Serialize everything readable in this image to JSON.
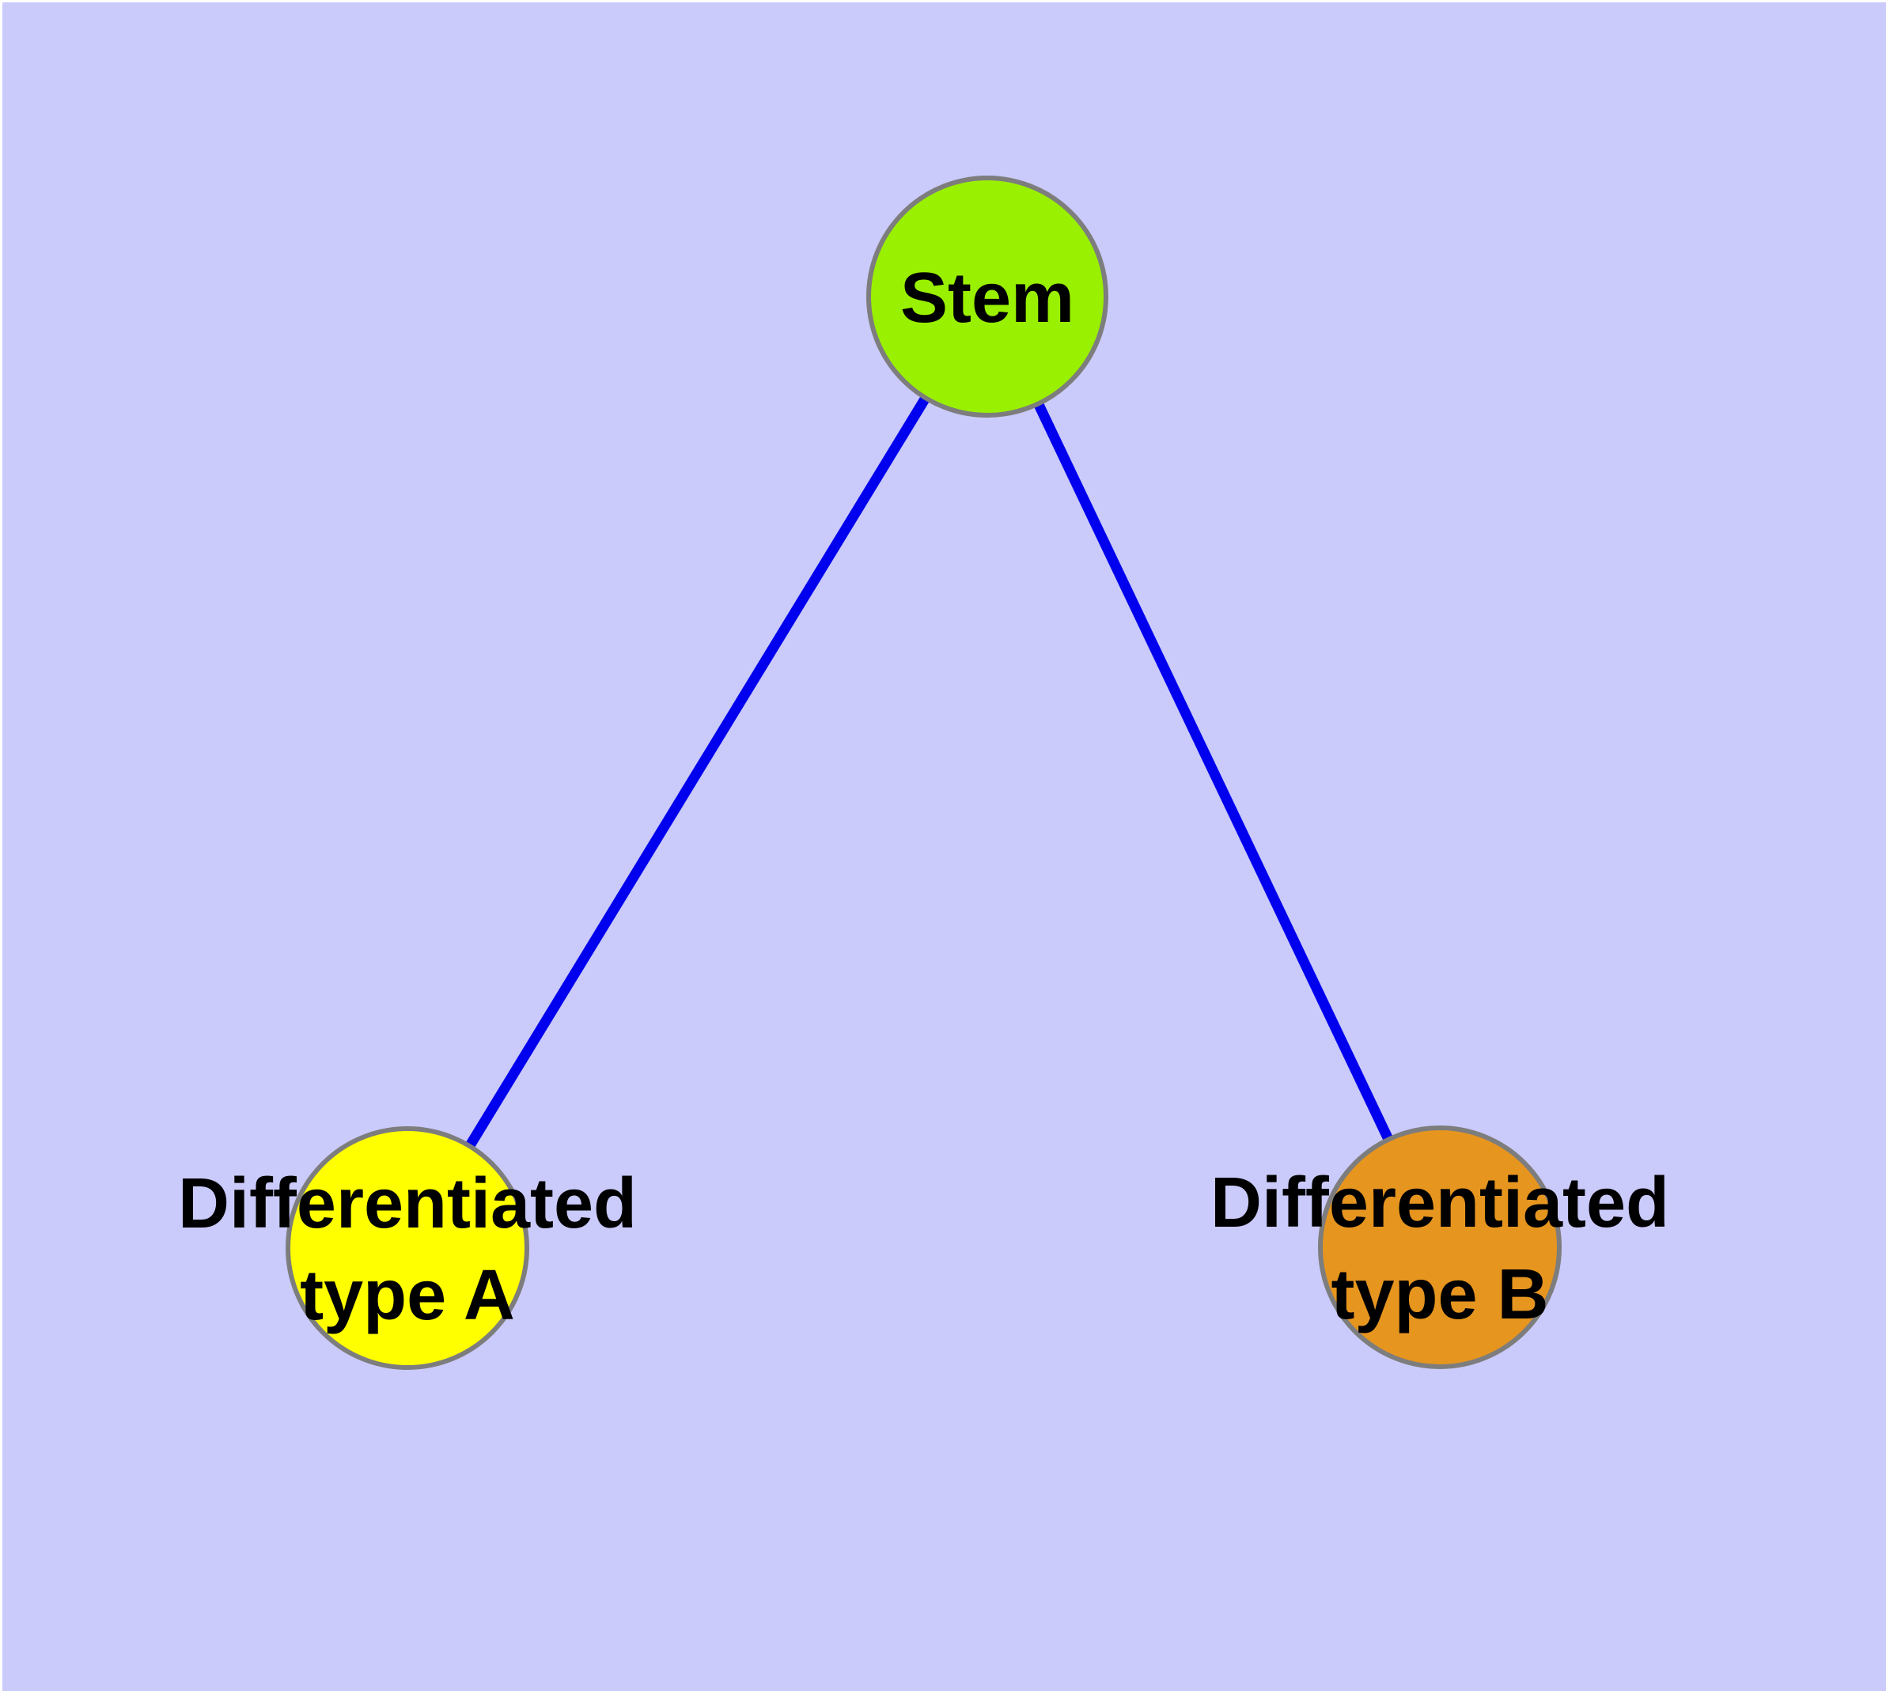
{
  "diagram": {
    "background_color": "#cacafb",
    "node_border_color": "#7d7d7d",
    "label_text_color": "#000000",
    "nodes": [
      {
        "id": "stem",
        "label": "Stem",
        "label_lines": [
          "Stem"
        ],
        "fill": "#99f000",
        "shape": "circle"
      },
      {
        "id": "differentiated-type-a",
        "label": "Differentiated type A",
        "label_lines": [
          "Differentiated",
          "type A"
        ],
        "fill": "#ffff00",
        "shape": "circle"
      },
      {
        "id": "differentiated-type-b",
        "label": "Differentiated type B",
        "label_lines": [
          "Differentiated",
          "type B"
        ],
        "fill": "#e6951f",
        "shape": "circle"
      }
    ],
    "edges": [
      {
        "from": "stem",
        "to": "differentiated-type-a",
        "color": "#0000ee"
      },
      {
        "from": "stem",
        "to": "differentiated-type-b",
        "color": "#0000ee"
      }
    ]
  }
}
